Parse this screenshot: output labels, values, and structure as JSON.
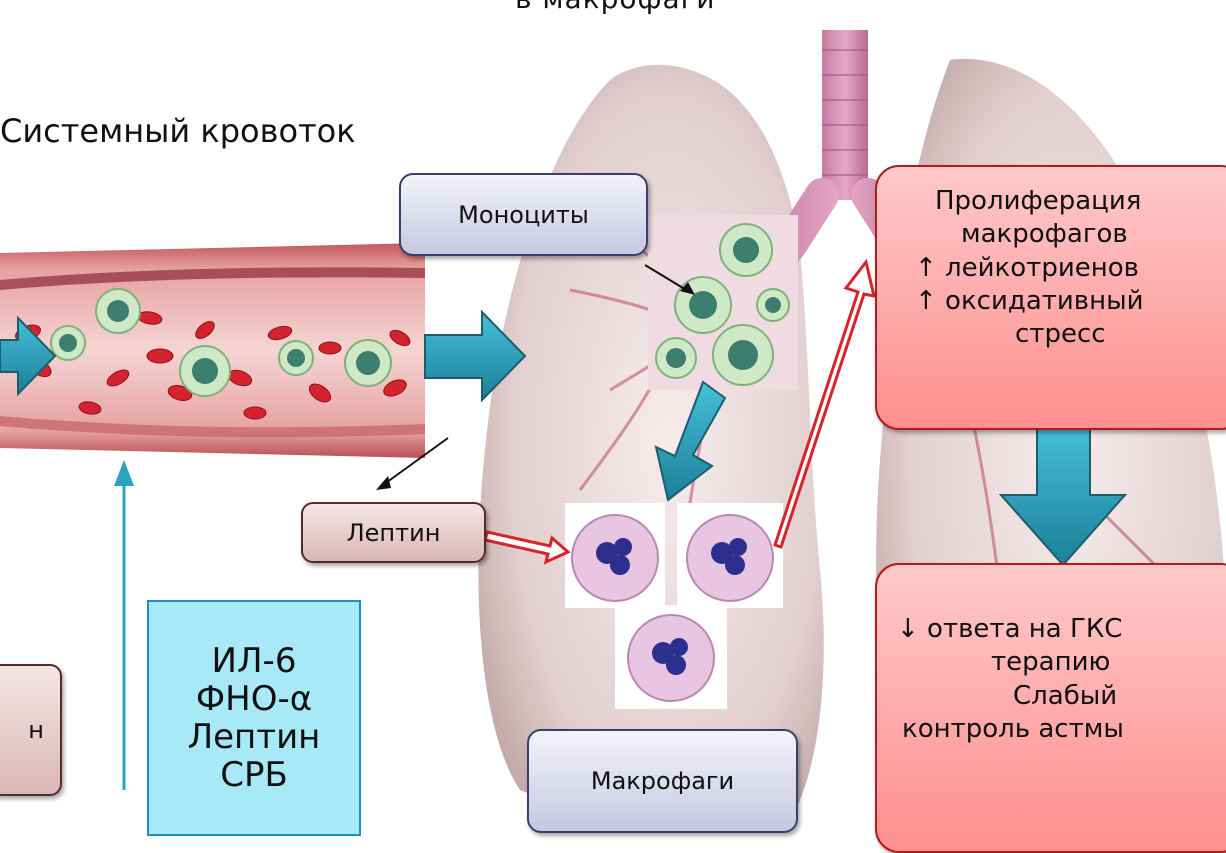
{
  "heading_fragment": "в макрофаги",
  "systemic_label": "Системный кровоток",
  "monocytes_label": "Моноциты",
  "leptin_label": "Лептин",
  "macrophages_label": "Макрофаги",
  "left_cut_label": "н",
  "cytokines": [
    "ИЛ-6",
    "ФНО-α",
    "Лептин",
    "СРБ"
  ],
  "proliferation_box": [
    "Пролиферация",
    "макрофагов",
    "↑ лейкотриенов",
    "↑ оксидативный",
    "стресс"
  ],
  "outcome_box": [
    "↓ ответа на ГКС",
    "терапию",
    "Слабый",
    "контроль астмы"
  ],
  "colors": {
    "arrow_teal": "#2aa3bf",
    "red_arrow": "#d9232a",
    "red_box": "#ff9d9d",
    "cyan_box": "#a8e9f7",
    "vessel": "#e3a0a0"
  }
}
